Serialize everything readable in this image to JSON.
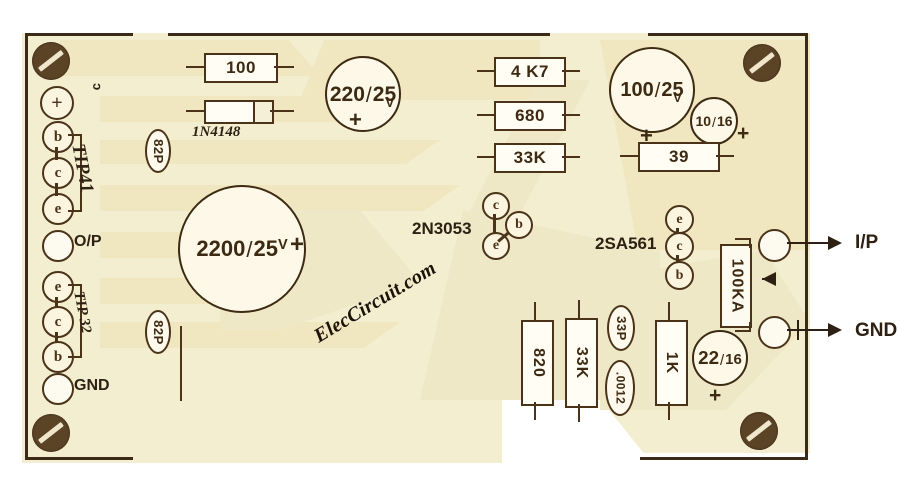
{
  "figure": {
    "type": "pcb-component-layout",
    "watermark": "ElecCircuit.com",
    "board_color": "#f4eed0",
    "ink_color": "#3b2a18"
  },
  "terminals": {
    "left_group": [
      {
        "label": "+",
        "name": "pad-plus"
      },
      {
        "label": "b",
        "name": "pad-b-tip41"
      },
      {
        "label": "c",
        "name": "pad-c-tip41"
      },
      {
        "label": "e",
        "name": "pad-e-tip41"
      },
      {
        "label": "",
        "name": "pad-op"
      },
      {
        "label": "e",
        "name": "pad-e-tip32"
      },
      {
        "label": "c",
        "name": "pad-c-tip32"
      },
      {
        "label": "b",
        "name": "pad-b-tip32"
      },
      {
        "label": "",
        "name": "pad-gnd"
      }
    ],
    "text_labels": {
      "small_c": "c",
      "tip41": "TIP41",
      "op": "O/P",
      "tip32": "TIP 32",
      "gnd": "GND"
    }
  },
  "transistors": [
    {
      "name": "2N3053",
      "label": "2N3053",
      "pins": [
        "c",
        "b",
        "e"
      ]
    },
    {
      "name": "2SA561",
      "label": "2SA561",
      "pins": [
        "e",
        "c",
        "b"
      ]
    }
  ],
  "resistors": [
    {
      "id": "r-100",
      "value": "100",
      "orientation": "horizontal"
    },
    {
      "id": "r-4k7",
      "value": "4 K7",
      "orientation": "horizontal"
    },
    {
      "id": "r-680",
      "value": "680",
      "orientation": "horizontal"
    },
    {
      "id": "r-33k-top",
      "value": "33K",
      "orientation": "horizontal"
    },
    {
      "id": "r-39",
      "value": "39",
      "orientation": "horizontal"
    },
    {
      "id": "r-820",
      "value": "820",
      "orientation": "vertical"
    },
    {
      "id": "r-33k-bottom",
      "value": "33K",
      "orientation": "vertical"
    },
    {
      "id": "r-1k",
      "value": "1K",
      "orientation": "vertical"
    }
  ],
  "diode": {
    "id": "d-1n4148",
    "label": "1N4148"
  },
  "electrolytic_caps": [
    {
      "id": "c-220",
      "value": "220",
      "voltage": "25",
      "unit": "V",
      "polarity": "+"
    },
    {
      "id": "c-2200",
      "value": "2200",
      "voltage": "25",
      "unit": "V",
      "polarity": "+"
    },
    {
      "id": "c-100",
      "value": "100",
      "voltage": "25",
      "unit": "V",
      "polarity": "+"
    },
    {
      "id": "c-10",
      "value": "10",
      "voltage": "16",
      "unit": "",
      "polarity": "+"
    },
    {
      "id": "c-22",
      "value": "22",
      "voltage": "16",
      "unit": "",
      "polarity": "+"
    }
  ],
  "ceramic_caps": [
    {
      "id": "c-82p-top",
      "value": "82P"
    },
    {
      "id": "c-82p-bottom",
      "value": "82P"
    },
    {
      "id": "c-33p",
      "value": "33P"
    },
    {
      "id": "c-0012",
      "value": ".0012"
    }
  ],
  "potentiometer": {
    "id": "vr-100ka",
    "value": "100KA"
  },
  "io_labels": {
    "input": "I/P",
    "ground": "GND"
  },
  "screws": [
    {
      "id": "screw-top-left"
    },
    {
      "id": "screw-top-right"
    },
    {
      "id": "screw-bottom-left"
    },
    {
      "id": "screw-bottom-right"
    }
  ]
}
